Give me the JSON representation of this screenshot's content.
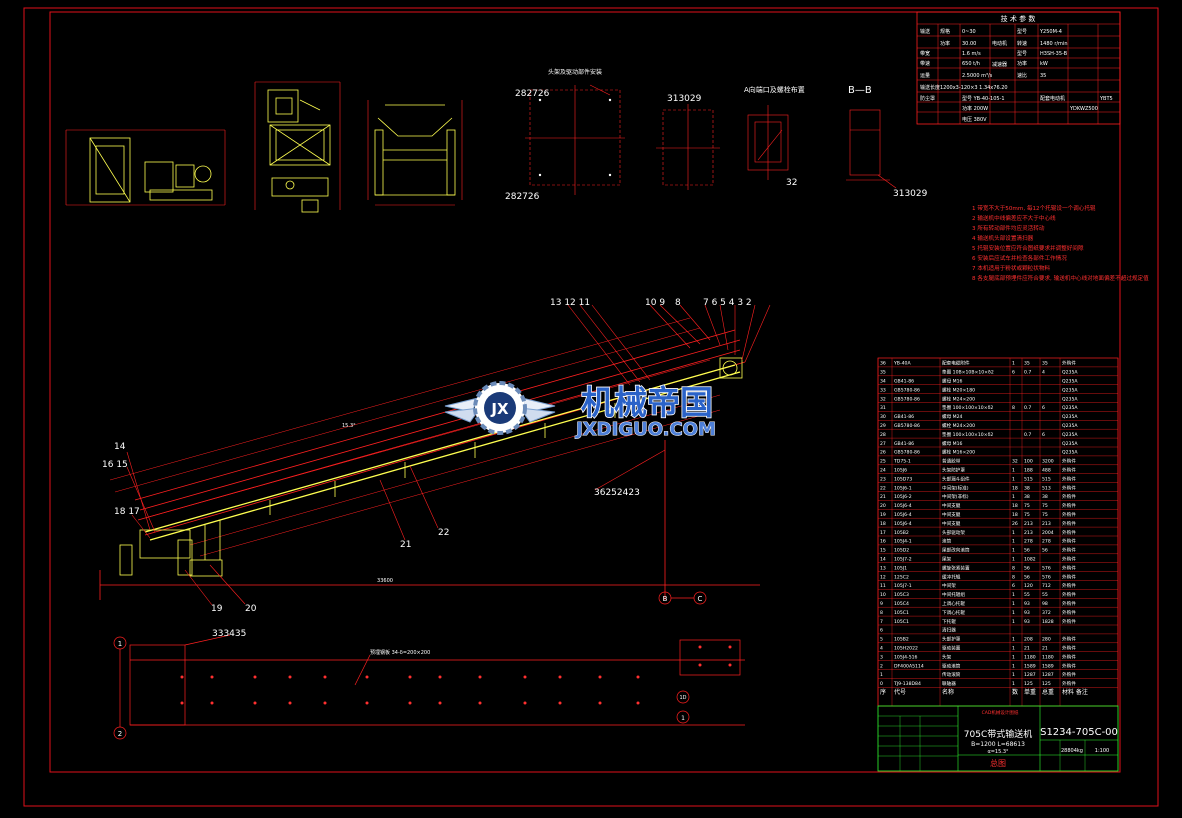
{
  "colors": {
    "background": "#000000",
    "frame": "#e0101a",
    "drawing_line": "#ff2020",
    "equipment": "#ffff50",
    "text": "#ffffff",
    "title_block": "#30ff30",
    "part_label": "#ffffff"
  },
  "tech_spec": {
    "title": "技 术 参 数",
    "rows": [
      [
        "输送",
        "规格",
        "0~30",
        "电动机",
        "型号",
        "Y250M-4"
      ],
      [
        "",
        "功率",
        "30.00",
        "",
        "转速",
        "1480 r/min"
      ],
      [
        "带宽",
        "1.6 m/s",
        "",
        "减速器",
        "型号",
        "H3SH-35-B"
      ],
      [
        "带速",
        "650 t/h",
        "",
        "",
        "功率",
        "kW"
      ],
      [
        "运量",
        "2.5000 m³/s",
        "",
        "",
        "速比",
        "35"
      ],
      [
        "输送长度",
        "1200x3-120×3 1.34x76.20",
        "",
        "",
        "",
        ""
      ]
    ],
    "motor_rows": [
      [
        "防尘罩",
        "型号 YB-40-105-1",
        "配套电动机",
        "YBT5"
      ],
      [
        "",
        "功率 200W",
        "",
        "YDKWZ500"
      ],
      [
        "",
        "电压 380V",
        "",
        ""
      ]
    ]
  },
  "section_labels": {
    "section_a": "A向端口及螺栓布置",
    "section_b": "B—B",
    "pin_layout": "头架及驱动部件安装",
    "bolt_note": "预埋钢板 34-δ=200×200"
  },
  "dimension_labels": {
    "ref_282726_top": "282726",
    "ref_282726_bottom": "282726",
    "ref_313029_top": "313029",
    "ref_313029_right": "313029",
    "ref_32": "32",
    "ref_333435": "333435",
    "ref_36252423": "36252423",
    "length_total": "33600",
    "slope_angle": "15.3°"
  },
  "tech_notes": [
    "1  带宽不大于50mm, 每12个托辊设一个调心托辊",
    "2  输送机中线偏差应不大于中心线",
    "3  所有转动部件均应灵活转动",
    "4  输送机头部设置清扫器",
    "5  托辊安装位置应符合图纸要求并调整好间隙",
    "6  安装后应试车并检查各部件工作情况",
    "7  本机适用于粉状或颗粒状物料",
    "8  各支腿底部预埋件应符合要求, 输送机中心线对地面偏差不超过规定值"
  ],
  "part_callouts": {
    "top": [
      "13 12 11",
      "10 9",
      "8",
      "7 6 5 4 3 2"
    ],
    "left": [
      "14",
      "16 15",
      "18 17"
    ],
    "bottom": [
      "19",
      "20",
      "21",
      "22"
    ]
  },
  "axis_markers": [
    "B",
    "C",
    "1",
    "2",
    "1D",
    "1"
  ],
  "parts_list": {
    "rows": [
      [
        "36",
        "YB-40A",
        "配套电缆附件",
        "1",
        "35",
        "35",
        "外购件"
      ],
      [
        "35",
        "",
        "垫圈 10B×10B×10×δ2",
        "6",
        "0.7",
        "4",
        "Q235A"
      ],
      [
        "34",
        "GB41-86",
        "螺母 M16",
        "",
        "",
        "",
        "Q235A"
      ],
      [
        "33",
        "GB5780-86",
        "螺栓 M20×180",
        "",
        "",
        "",
        "Q235A"
      ],
      [
        "32",
        "GB5780-86",
        "螺栓 M24×200",
        "",
        "",
        "",
        "Q235A"
      ],
      [
        "31",
        "",
        "垫圈 100×100×10×δ2",
        "8",
        "0.7",
        "6",
        "Q235A"
      ],
      [
        "30",
        "GB41-86",
        "螺母 M24",
        "",
        "",
        "",
        "Q235A"
      ],
      [
        "29",
        "GB5780-86",
        "螺栓 M24×200",
        "",
        "",
        "",
        "Q235A"
      ],
      [
        "28",
        "",
        "垫圈 100×100×10×δ2",
        "",
        "0.7",
        "6",
        "Q235A"
      ],
      [
        "27",
        "GB41-86",
        "螺母 M16",
        "",
        "",
        "",
        "Q235A"
      ],
      [
        "26",
        "GB5780-86",
        "螺栓 M16×200",
        "",
        "",
        "",
        "Q235A"
      ],
      [
        "25",
        "TD75-1",
        "普通胶带",
        "32",
        "100",
        "3200",
        "外购件"
      ],
      [
        "24",
        "105J6",
        "头架防护罩",
        "1",
        "188",
        "488",
        "外购件"
      ],
      [
        "23",
        "105D73",
        "头部漏斗组件",
        "1",
        "515",
        "515",
        "外购件"
      ],
      [
        "22",
        "105J6-1",
        "中间架(标准)",
        "18",
        "38",
        "513",
        "外购件"
      ],
      [
        "21",
        "105J6-2",
        "中间架(非标)",
        "1",
        "38",
        "38",
        "外购件"
      ],
      [
        "20",
        "105J6-4",
        "中间支腿",
        "18",
        "75",
        "75",
        "外购件"
      ],
      [
        "19",
        "105J6-4",
        "中间支腿",
        "18",
        "75",
        "75",
        "外购件"
      ],
      [
        "18",
        "105J6-4",
        "中间支腿",
        "26",
        "213",
        "213",
        "外购件"
      ],
      [
        "17",
        "105B2",
        "头部驱动架",
        "1",
        "213",
        "2004",
        "外购件"
      ],
      [
        "16",
        "105J4-1",
        "滚筒",
        "1",
        "278",
        "278",
        "外购件"
      ],
      [
        "15",
        "105D2",
        "尾部改向滚筒",
        "1",
        "56",
        "56",
        "外购件"
      ],
      [
        "14",
        "105J7-2",
        "尾架",
        "1",
        "1082",
        "",
        "外购件"
      ],
      [
        "13",
        "105J1",
        "螺旋张紧装置",
        "8",
        "56",
        "576",
        "外购件"
      ],
      [
        "12",
        "125C2",
        "缓冲托辊",
        "8",
        "56",
        "576",
        "外购件"
      ],
      [
        "11",
        "105J7-1",
        "中间架",
        "6",
        "120",
        "712",
        "外购件"
      ],
      [
        "10",
        "105C3",
        "中间托辊组",
        "1",
        "55",
        "55",
        "外购件"
      ],
      [
        "9",
        "105C4",
        "上调心托辊",
        "1",
        "93",
        "98",
        "外购件"
      ],
      [
        "8",
        "105C1",
        "下调心托辊",
        "1",
        "93",
        "372",
        "外购件"
      ],
      [
        "7",
        "105C1",
        "下托辊",
        "1",
        "93",
        "1828",
        "外购件"
      ],
      [
        "6",
        "",
        "清扫器",
        "",
        "",
        "",
        ""
      ],
      [
        "5",
        "105B2",
        "头部护罩",
        "1",
        "208",
        "280",
        "外购件"
      ],
      [
        "4",
        "105H2022",
        "驱动装置",
        "1",
        "21",
        "21",
        "外购件"
      ],
      [
        "3",
        "105J4-516",
        "头架",
        "1",
        "1180",
        "1180",
        "外购件"
      ],
      [
        "2",
        "DF400A5114",
        "驱动滚筒",
        "1",
        "1589",
        "1589",
        "外购件"
      ],
      [
        "1",
        "",
        "传动滚筒",
        "1",
        "1287",
        "1287",
        "外购件"
      ],
      [
        "0",
        "TJ9-138D84",
        "联轴器",
        "1",
        "125",
        "125",
        "外购件"
      ]
    ],
    "header": [
      "序",
      "代号",
      "名称",
      "数",
      "单重",
      "总重",
      "材料 备注"
    ]
  },
  "title_block": {
    "drawing_number": "S1234-705C-00",
    "title": "705C带式输送机",
    "subtitle": "B=1200 L=68613",
    "subtitle2": "α=15.3°",
    "category": "总图",
    "scale": "1:100",
    "weight": "28804kg",
    "company": "CAD机械设计图纸"
  },
  "watermark": {
    "brand_cn": "机械帝国",
    "brand_url": "JXDIGUO.COM"
  }
}
